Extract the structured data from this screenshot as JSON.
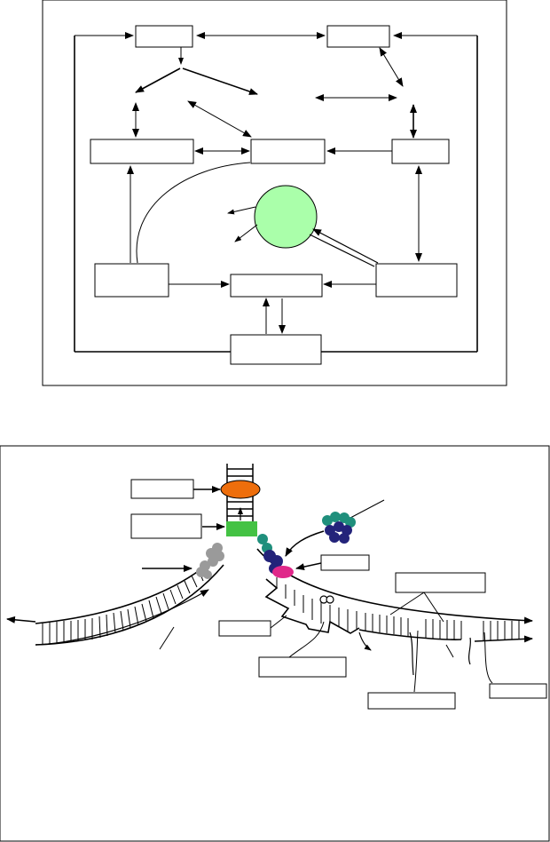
{
  "colors": {
    "stroke": "#000000",
    "background": "#ffffff",
    "circle_fill": "#aaffaa",
    "orange_protein": "#ee6e0c",
    "green_block": "#44c244",
    "grey_protein": "#9a9a9a",
    "teal_protein": "#1f8f7c",
    "navy_protein": "#23237a",
    "magenta_block": "#e0288a"
  },
  "figure_top": {
    "boxes": [],
    "circle_label": ""
  },
  "figure_bottom": {
    "label_boxes": [],
    "icons": [
      "ladder-helix",
      "orange-ellipse",
      "green-block",
      "grey-cluster",
      "teal-navy-cluster",
      "magenta-block",
      "lagging-strand-fragments"
    ]
  }
}
